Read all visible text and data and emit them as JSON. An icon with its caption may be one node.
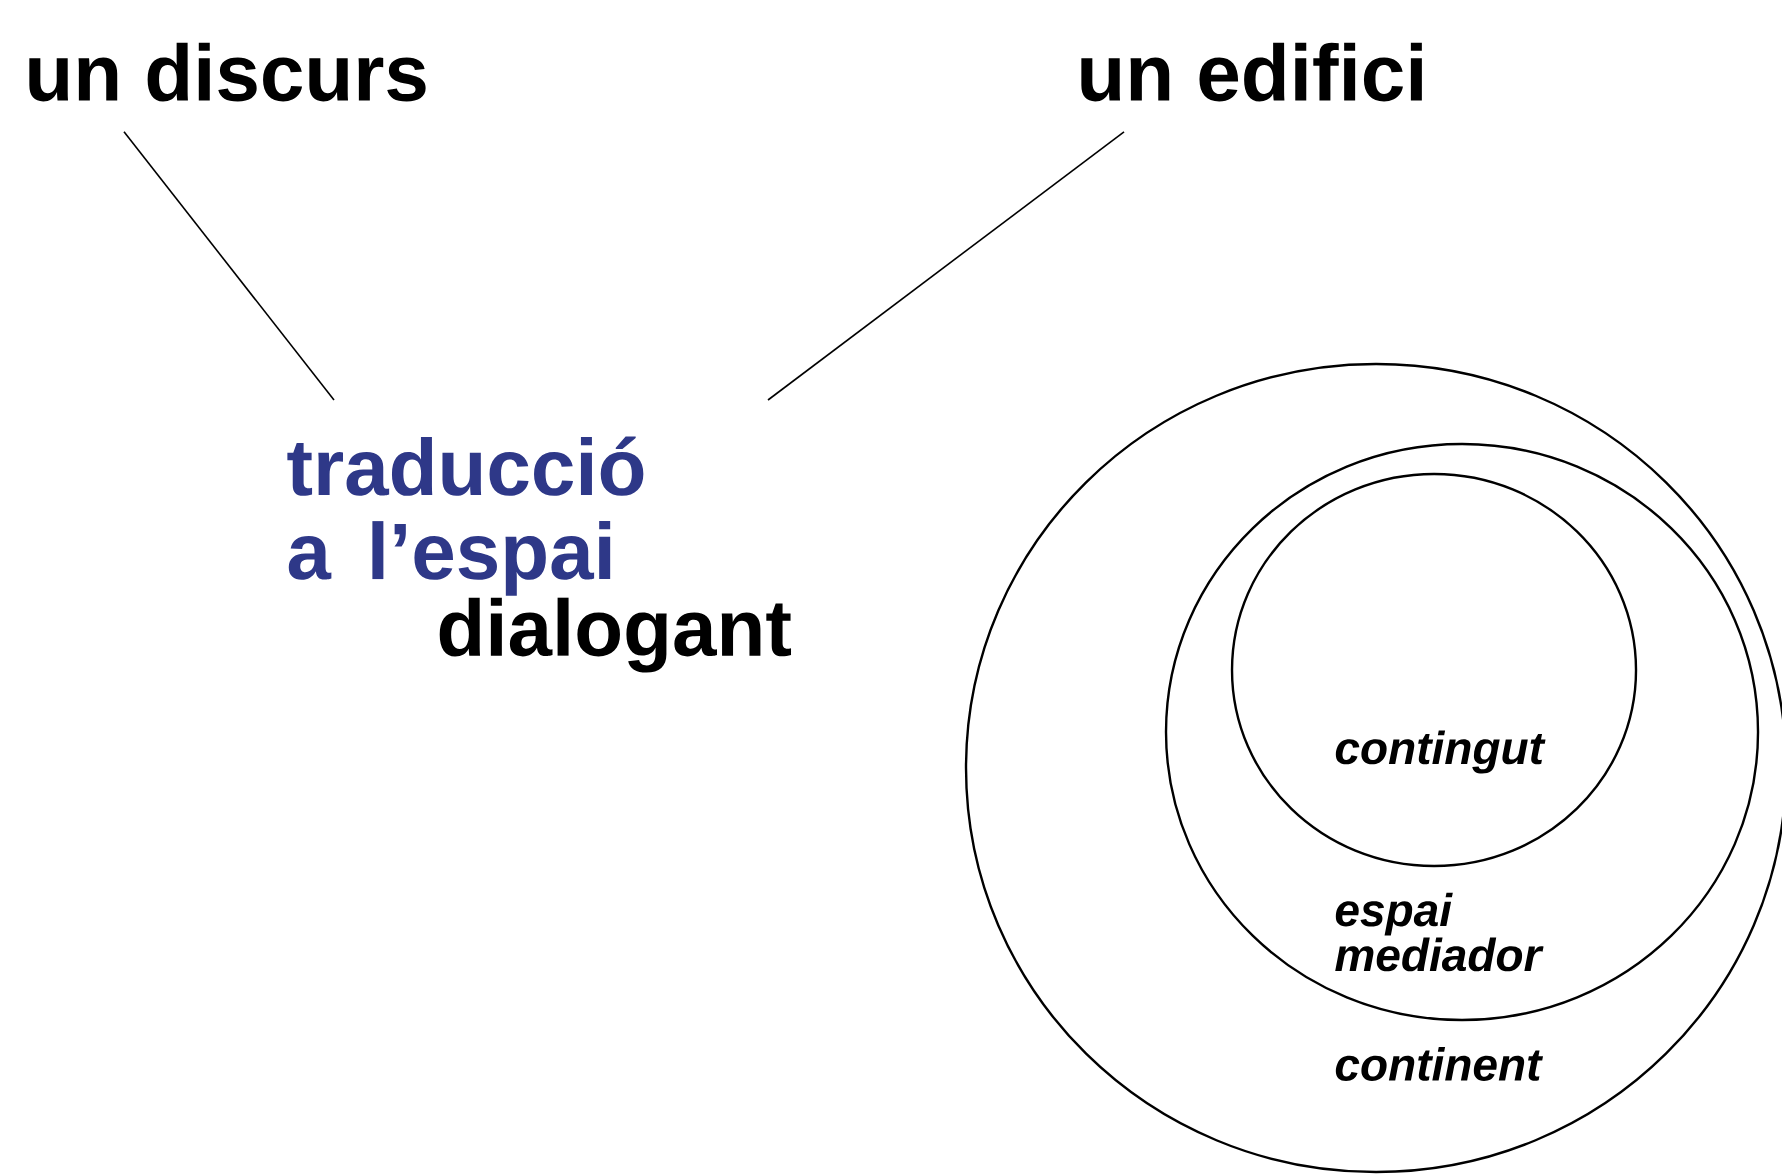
{
  "diagram": {
    "nodes": [
      {
        "text": [
          "un discurs"
        ]
      },
      {
        "text": [
          "un edifici"
        ]
      },
      {
        "text": [
          "traducció a l’espai",
          "dialogant"
        ]
      },
      {
        "text": [
          "continent"
        ]
      },
      {
        "text": [
          "espai mediador"
        ],
        "in": 3
      },
      {
        "text": [
          "contingut"
        ],
        "in": 4
      }
    ],
    "edges": [
      {
        "from": 0,
        "to": 2,
        "arrow": "none"
      },
      {
        "from": 1,
        "to": 2,
        "arrow": "none"
      }
    ]
  }
}
